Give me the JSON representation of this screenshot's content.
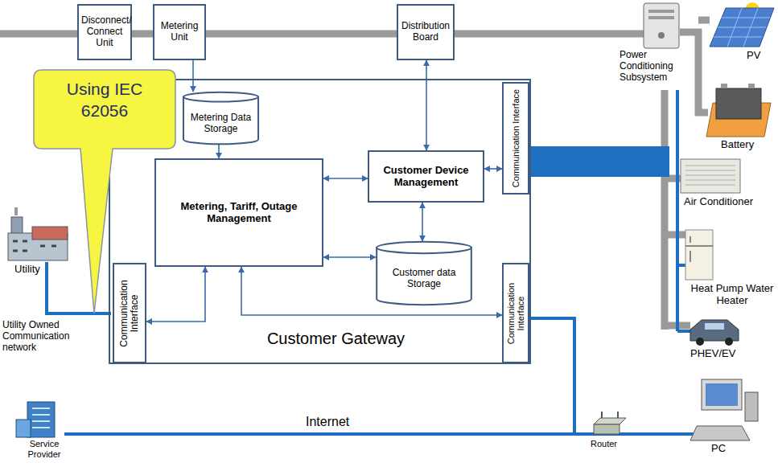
{
  "diagram": {
    "nodes": [
      {
        "text": [
          "Disconnect/ Connect Unit"
        ]
      },
      {
        "text": [
          "Metering Unit"
        ]
      },
      {
        "text": [
          "Distribution Board"
        ]
      },
      {
        "text": [
          "Using IEC 62056"
        ]
      },
      {
        "text": [
          "Customer Gateway"
        ]
      },
      {
        "text": [
          "Metering Data Storage"
        ],
        "in": 4
      },
      {
        "text": [
          "Communication Interface"
        ],
        "in": 4
      },
      {
        "text": [
          "Customer Device Management"
        ],
        "in": 4
      },
      {
        "text": [
          "Metering, Tariff, Outage Management"
        ],
        "in": 4
      },
      {
        "text": [
          "Customer data Storage"
        ],
        "in": 4
      },
      {
        "text": [
          "Communication Interface"
        ],
        "in": 4
      },
      {
        "text": [
          "Communication Interface"
        ],
        "in": 4
      }
    ],
    "edges": [
      {
        "from": 1,
        "to": 5,
        "arrow": "to"
      },
      {
        "from": 5,
        "to": 8,
        "arrow": "to"
      },
      {
        "from": 2,
        "to": 7,
        "arrow": "both"
      },
      {
        "from": 7,
        "to": 6,
        "arrow": "both"
      },
      {
        "from": 8,
        "to": 7,
        "arrow": "both"
      },
      {
        "from": 7,
        "to": 9,
        "arrow": "both"
      },
      {
        "from": 8,
        "to": 9,
        "arrow": "both"
      },
      {
        "from": 8,
        "to": 11,
        "arrow": "both"
      },
      {
        "from": 10,
        "to": 8,
        "arrow": "both"
      }
    ],
    "labels": [
      "Power Conditioning Subsystem",
      "PV",
      "Battery",
      "Air Conditioner",
      "Utility",
      "Heat Pump Water Heater",
      "Utility Owned Communication network",
      "PHEV/EV",
      "Internet",
      "Service Provider",
      "Router",
      "PC"
    ]
  }
}
